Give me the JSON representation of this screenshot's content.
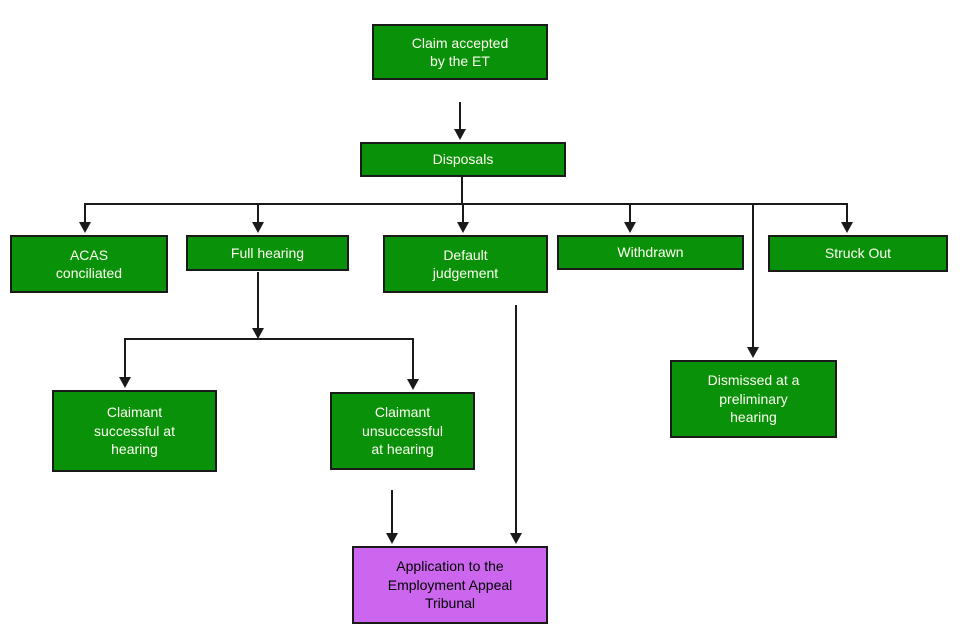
{
  "diagram": {
    "type": "flowchart",
    "nodes": {
      "claim": {
        "label": "Claim accepted\nby the ET"
      },
      "disposals": {
        "label": "Disposals"
      },
      "acas": {
        "label": "ACAS\nconciliated"
      },
      "full_hearing": {
        "label": "Full hearing"
      },
      "default_judgement": {
        "label": "Default\njudgement"
      },
      "withdrawn": {
        "label": "Withdrawn"
      },
      "struck_out": {
        "label": "Struck Out"
      },
      "dismissed": {
        "label": "Dismissed at a\npreliminary\nhearing"
      },
      "claimant_successful": {
        "label": "Claimant\nsuccessful at\nhearing"
      },
      "claimant_unsuccessful": {
        "label": "Claimant\nunsuccessful\nat hearing"
      },
      "appeal": {
        "label": "Application to the\nEmployment Appeal\nTribunal"
      }
    },
    "edges": [
      {
        "from": "claim",
        "to": "disposals"
      },
      {
        "from": "disposals",
        "to": "acas"
      },
      {
        "from": "disposals",
        "to": "full_hearing"
      },
      {
        "from": "disposals",
        "to": "default_judgement"
      },
      {
        "from": "disposals",
        "to": "withdrawn"
      },
      {
        "from": "disposals",
        "to": "struck_out"
      },
      {
        "from": "disposals",
        "to": "dismissed"
      },
      {
        "from": "full_hearing",
        "to": "claimant_successful"
      },
      {
        "from": "full_hearing",
        "to": "claimant_unsuccessful"
      },
      {
        "from": "claimant_unsuccessful",
        "to": "appeal"
      },
      {
        "from": "default_judgement",
        "to": "appeal"
      }
    ],
    "colors": {
      "node_fill_green": "#0A910A",
      "node_fill_purple": "#CC66EE",
      "node_border": "#1A1A1A",
      "node_text_on_green": "#FFFFF2",
      "node_text_on_purple": "#000000",
      "connector": "#1A1A1A",
      "background": "#FFFFFF"
    }
  }
}
